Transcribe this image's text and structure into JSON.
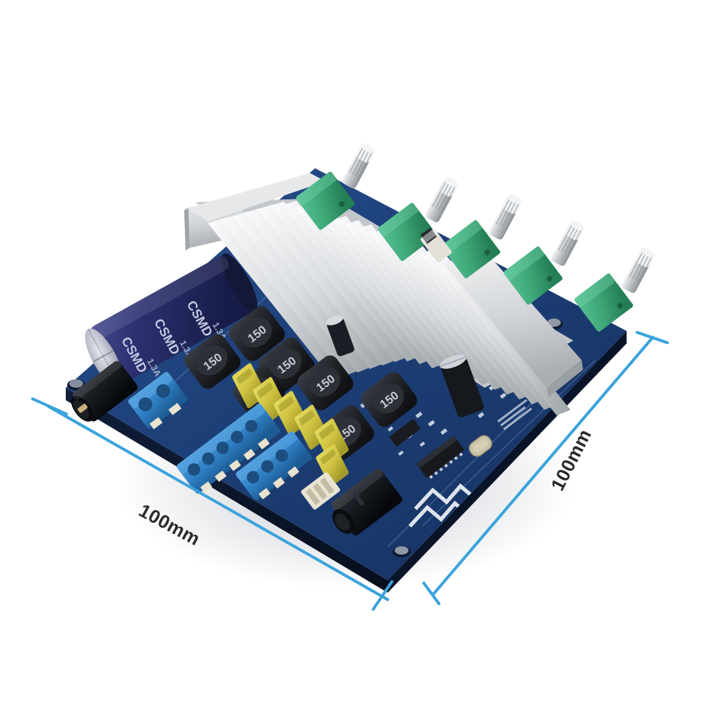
{
  "scene": {
    "background_color": "#ffffff",
    "subject": "bluetooth-audio-amplifier-board",
    "view": "angled-top-down product photo"
  },
  "dimensions": {
    "accent_color": "#3ba3dc",
    "left": {
      "label": "100mm"
    },
    "right": {
      "label": "100mm"
    }
  },
  "board": {
    "pcb_color": "#1b3f7a",
    "heatsink_color": "#d8dadc",
    "components": {
      "electrolytic_capacitor": {
        "body_color": "#2a2f63",
        "marking": "CSMD"
      },
      "inductors": {
        "marking": "150",
        "count": 7,
        "color": "#23252b"
      },
      "film_capacitors": {
        "color": "#cfc341",
        "count": 6
      },
      "terminal_blocks": {
        "color": "#2e7fc4",
        "counts": [
          2,
          6,
          4
        ]
      },
      "potentiometers": {
        "body_color": "#3fa878",
        "shaft_color": "#b9bcc0",
        "count": 5
      },
      "toggle_switch": {
        "color": "#e3e1d8"
      },
      "dc_jack": {
        "color": "#111418"
      },
      "audio_jack": {
        "color": "#111418"
      },
      "jst_connector": {
        "color": "#e8e3d2"
      },
      "antenna": {
        "type": "meander-pcb-trace",
        "color": "#e9eef4"
      },
      "crystal": {
        "color": "#c9c3a6"
      }
    }
  }
}
